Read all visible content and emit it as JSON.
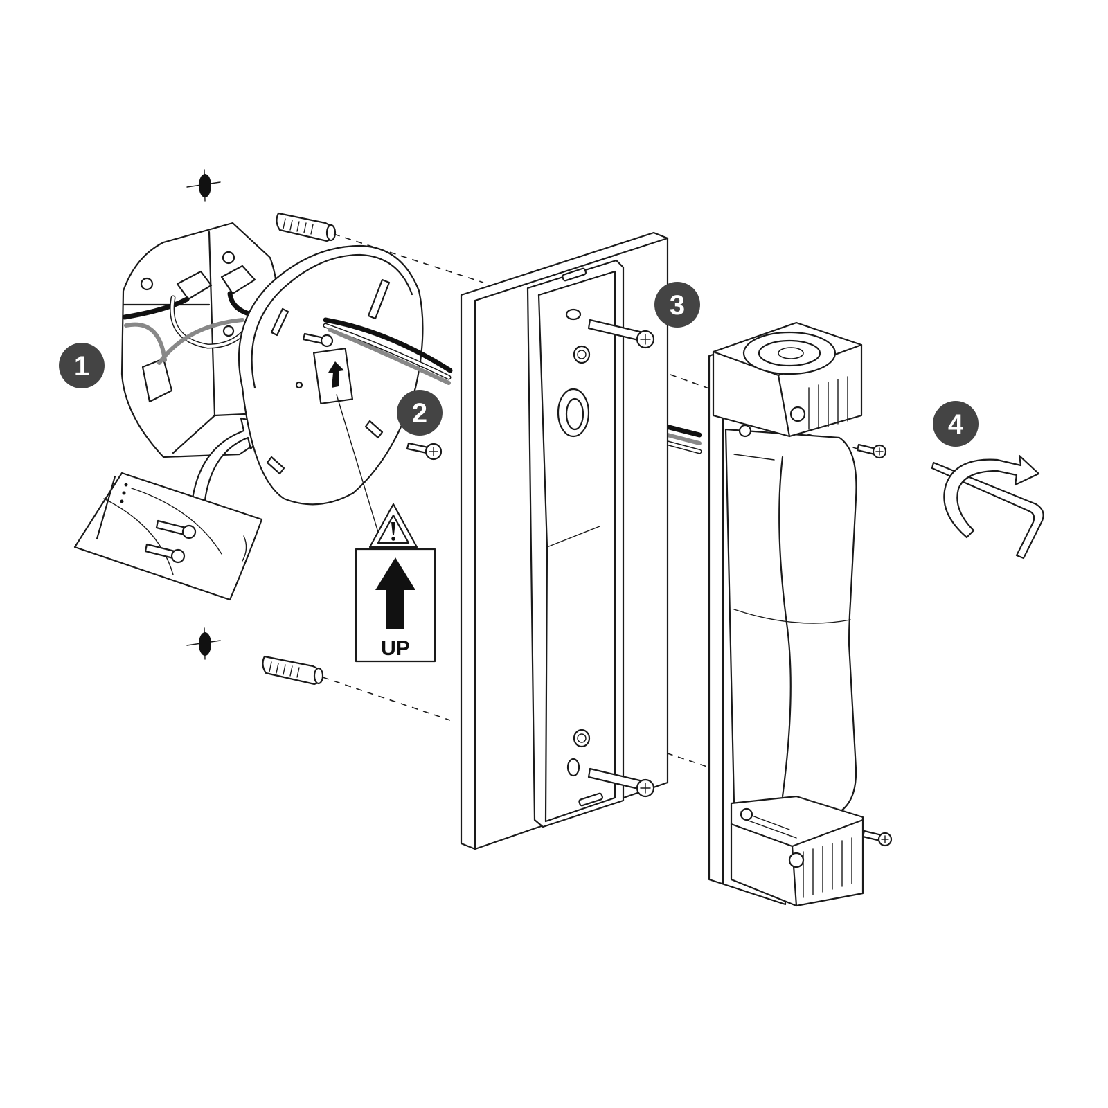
{
  "steps": [
    {
      "number": "1"
    },
    {
      "number": "2"
    },
    {
      "number": "3"
    },
    {
      "number": "4"
    }
  ],
  "orientation_label": {
    "text": "UP"
  },
  "colors": {
    "badge": "#444444",
    "line": "#1a1a1a",
    "wire_black": "#111111",
    "wire_grey": "#888888"
  }
}
